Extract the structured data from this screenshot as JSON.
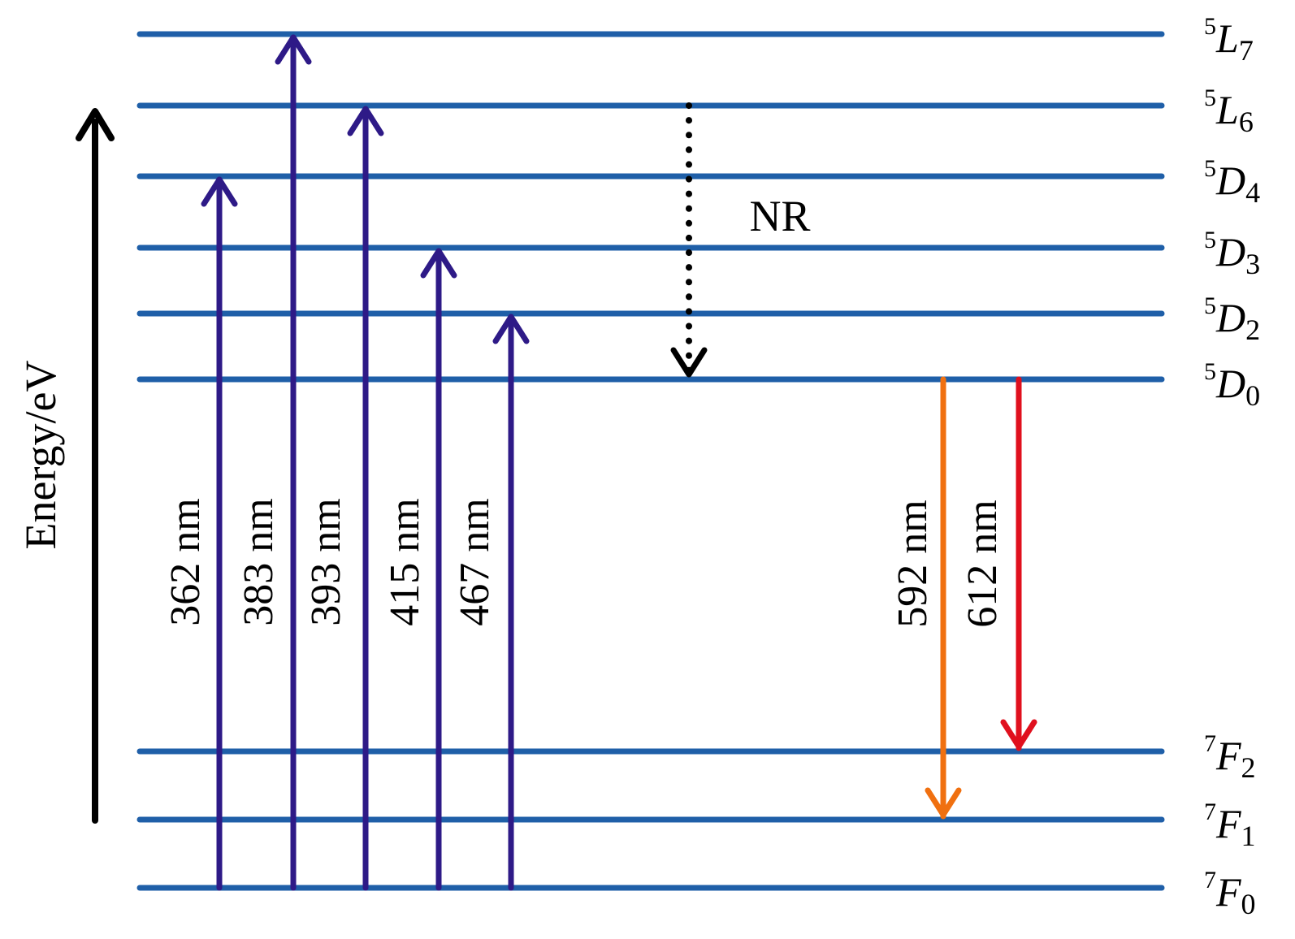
{
  "colors": {
    "level_line": "#1f5fa8",
    "excitation_arrow": "#2e1a87",
    "emission_592": "#f07010",
    "emission_612": "#e0101e",
    "nr_arrow": "#000000",
    "axis_arrow": "#000000",
    "text": "#000000"
  },
  "axis": {
    "label": "Energy/eV"
  },
  "levels": [
    {
      "id": "L7",
      "sup": "5",
      "letter": "L",
      "sub": "7"
    },
    {
      "id": "L6",
      "sup": "5",
      "letter": "L",
      "sub": "6"
    },
    {
      "id": "D4",
      "sup": "5",
      "letter": "D",
      "sub": "4"
    },
    {
      "id": "D3",
      "sup": "5",
      "letter": "D",
      "sub": "3"
    },
    {
      "id": "D2",
      "sup": "5",
      "letter": "D",
      "sub": "2"
    },
    {
      "id": "D0",
      "sup": "5",
      "letter": "D",
      "sub": "0"
    },
    {
      "id": "F2",
      "sup": "7",
      "letter": "F",
      "sub": "2"
    },
    {
      "id": "F1",
      "sup": "7",
      "letter": "F",
      "sub": "1"
    },
    {
      "id": "F0",
      "sup": "7",
      "letter": "F",
      "sub": "0"
    }
  ],
  "excitations": [
    {
      "label": "362 nm",
      "from": "F0",
      "to": "D4"
    },
    {
      "label": "383 nm",
      "from": "F0",
      "to": "L7"
    },
    {
      "label": "393 nm",
      "from": "F0",
      "to": "L6"
    },
    {
      "label": "415 nm",
      "from": "F0",
      "to": "D3"
    },
    {
      "label": "467 nm",
      "from": "F0",
      "to": "D2"
    }
  ],
  "emissions": [
    {
      "label": "592 nm",
      "from": "D0",
      "to": "F1",
      "color": "#f07010"
    },
    {
      "label": "612 nm",
      "from": "D0",
      "to": "F2",
      "color": "#e0101e"
    }
  ],
  "nonradiative": {
    "label": "NR",
    "from": "L6",
    "to": "D0"
  }
}
